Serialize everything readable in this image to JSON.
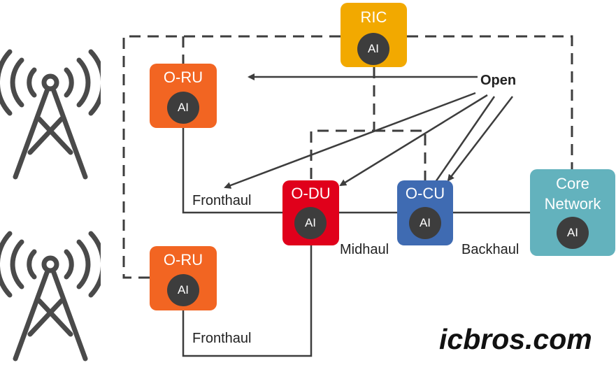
{
  "colors": {
    "ru": "#f26522",
    "ric": "#f2a900",
    "du": "#e0001b",
    "cu": "#3f6bb2",
    "core": "#63b2bd",
    "ai_badge": "#3d3d3d",
    "line": "#3d3d3d",
    "tower": "#4a4a4a"
  },
  "nodes": {
    "ric": {
      "label": "RIC",
      "ai": "AI"
    },
    "oru_top": {
      "label": "O-RU",
      "ai": "AI"
    },
    "oru_bottom": {
      "label": "O-RU",
      "ai": "AI"
    },
    "odu": {
      "label": "O-DU",
      "ai": "AI"
    },
    "ocu": {
      "label": "O-CU",
      "ai": "AI"
    },
    "core": {
      "label_line1": "Core",
      "label_line2": "Network",
      "ai": "AI"
    }
  },
  "links": {
    "fronthaul_top": "Fronthaul",
    "fronthaul_bottom": "Fronthaul",
    "midhaul": "Midhaul",
    "backhaul": "Backhaul"
  },
  "open_label": "Open",
  "brand": "icbros.com",
  "icons": [
    "radio-tower-icon",
    "radio-tower-icon"
  ]
}
